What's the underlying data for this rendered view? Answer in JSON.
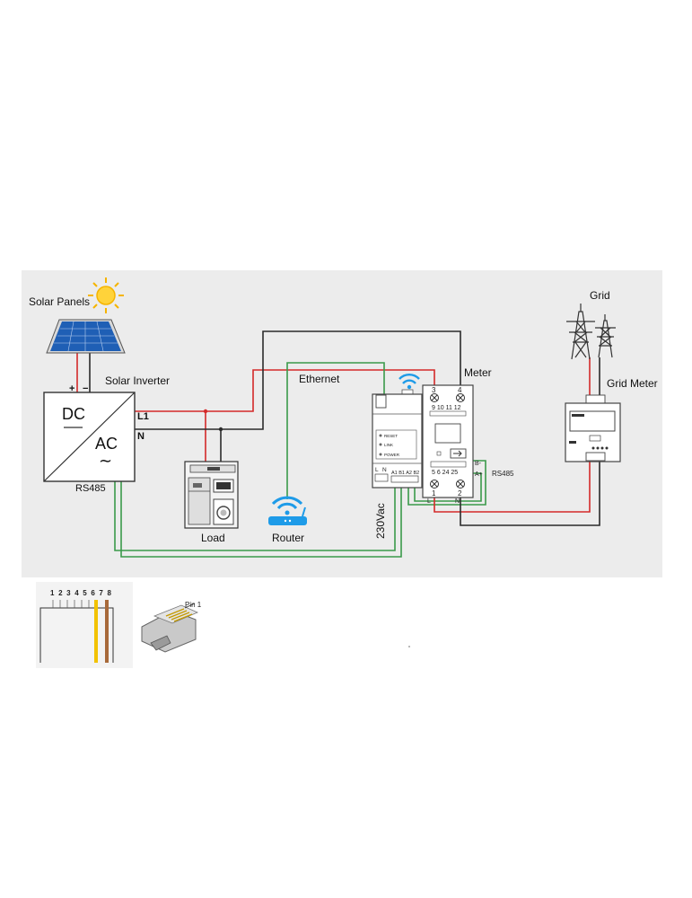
{
  "labels": {
    "solar_panels": "Solar Panels",
    "solar_inverter": "Solar Inverter",
    "plus": "+",
    "minus": "−",
    "dc": "DC",
    "ac": "AC",
    "ac_symbol": "∼",
    "l1": "L1",
    "n": "N",
    "rs485_inverter": "RS485",
    "load": "Load",
    "router": "Router",
    "ethernet": "Ethernet",
    "meter": "Meter",
    "grid": "Grid",
    "grid_meter": "Grid Meter",
    "rs485_meter": "RS485",
    "vac": "230Vac"
  },
  "gateway": {
    "reset": "RESET",
    "link": "LINK",
    "power": "POWER",
    "term_l": "L",
    "term_n": "N",
    "terms_bus": "A1 B1 A2 B2"
  },
  "meter": {
    "top_3": "3",
    "top_4": "4",
    "top_row": "9 10 11 12",
    "bottom_row": "5  6  24 25",
    "bottom_1": "1",
    "bottom_2": "2",
    "l": "L",
    "n": "N",
    "b_minus": "B-",
    "a_plus": "A+"
  },
  "connector": {
    "pins": "1 2 3 4 5 6 7 8",
    "pin1": "Pin 1"
  },
  "colors": {
    "line_red": "#d42a2a",
    "line_black": "#2b2b2b",
    "line_green": "#3a9a4a",
    "wifi_blue": "#1e9be8",
    "panel_background": "#ececec",
    "sun": "#f5b400",
    "solar_cell": "#1f5fb5"
  }
}
